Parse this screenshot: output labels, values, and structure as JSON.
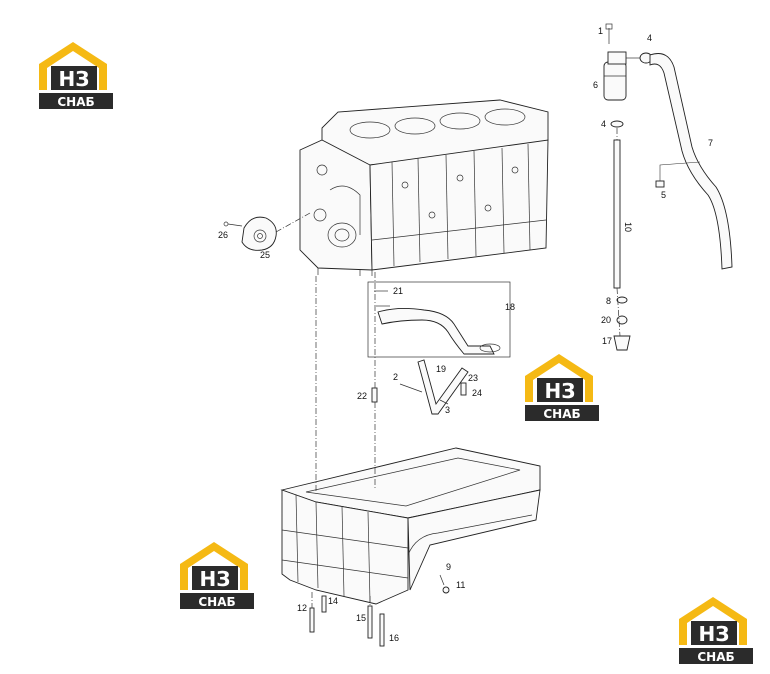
{
  "logo": {
    "line1": "НЗ",
    "line2": "СНАБ",
    "brand_color": "#f5b914",
    "dark_color": "#2b2b2b"
  },
  "logos_count": 4,
  "callouts": {
    "c1": "1",
    "c4a": "4",
    "c6": "6",
    "c4b": "4",
    "c7": "7",
    "c5": "5",
    "c10": "10",
    "c8": "8",
    "c20": "20",
    "c17": "17",
    "c26": "26",
    "c25": "25",
    "c21": "21",
    "c18": "18",
    "c2": "2",
    "c19": "19",
    "c23": "23",
    "c3": "3",
    "c24": "24",
    "c22": "22",
    "c9": "9",
    "c11": "11",
    "c12": "12",
    "c14": "14",
    "c15": "15",
    "c16": "16"
  }
}
